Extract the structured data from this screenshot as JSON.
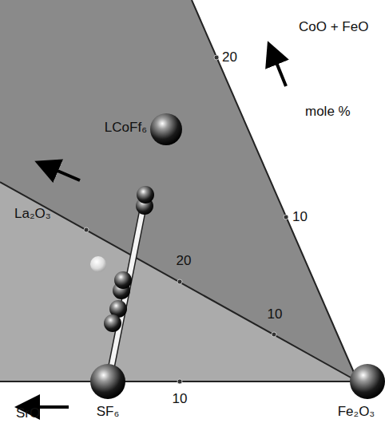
{
  "diagram": {
    "nodes": [
      {
        "text": [
          "LCoFf₆"
        ]
      },
      {
        "text": [
          "SF₆"
        ]
      },
      {
        "text": [
          "Fe₂O₃"
        ]
      }
    ],
    "labels": [
      "20",
      "10",
      "CoO + FeO",
      "mole %",
      "La₂O₃",
      "20",
      "10",
      "10",
      "SrO"
    ]
  }
}
